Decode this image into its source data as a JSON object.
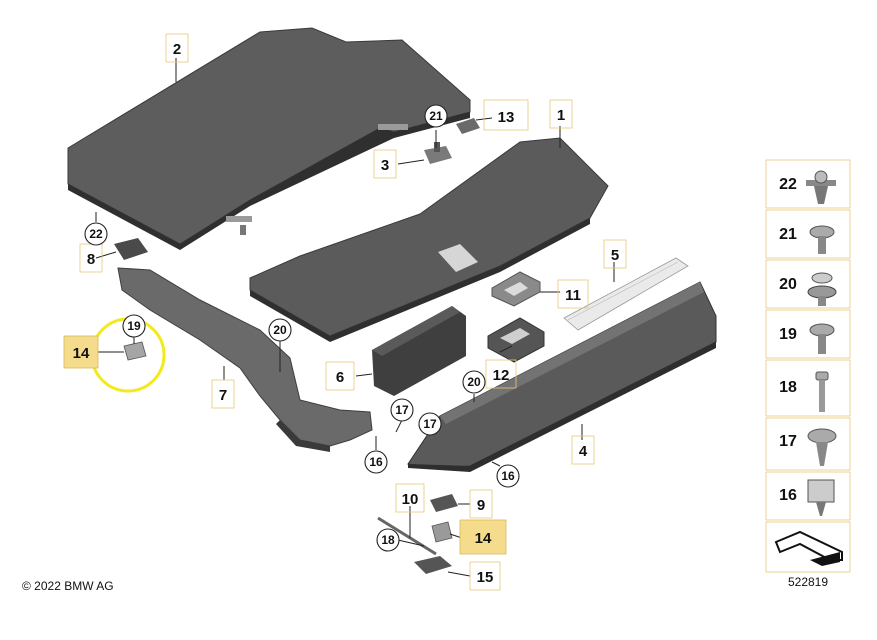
{
  "copyright": "© 2022 BMW AG",
  "diagram_number": "522819",
  "colors": {
    "part_fill": "#5d5d5d",
    "part_dark": "#3e3e3e",
    "highlight": "#f4dc8c",
    "callout_ring": "#f2ea1c"
  },
  "labels": {
    "l1": "1",
    "l2": "2",
    "l3": "3",
    "l4": "4",
    "l5": "5",
    "l6": "6",
    "l7": "7",
    "l8": "8",
    "l9": "9",
    "l10": "10",
    "l11": "11",
    "l12": "12",
    "l13": "13",
    "l14a": "14",
    "l14b": "14",
    "l15": "15",
    "l16a": "16",
    "l16b": "16",
    "l17a": "17",
    "l17b": "17",
    "l18": "18",
    "l19": "19",
    "l20a": "20",
    "l20b": "20",
    "l21": "21",
    "l22": "22"
  },
  "parts_panel": [
    "22",
    "21",
    "20",
    "19",
    "18",
    "17",
    "16"
  ]
}
